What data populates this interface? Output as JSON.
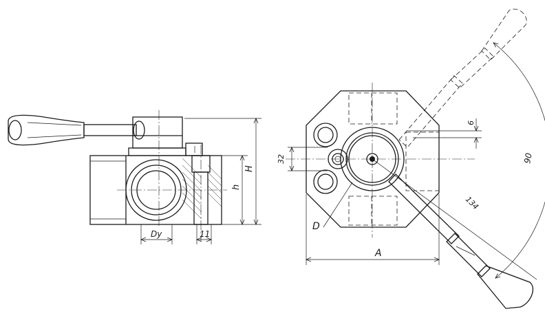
{
  "side_view": {
    "labels": {
      "H": "H",
      "h": "h",
      "Dy": "Dy",
      "port_width": "11"
    }
  },
  "top_view": {
    "labels": {
      "dim_32": "32",
      "D": "D",
      "A": "A",
      "dim_6": "6",
      "radius_134": "134",
      "angle_90": "90"
    }
  }
}
